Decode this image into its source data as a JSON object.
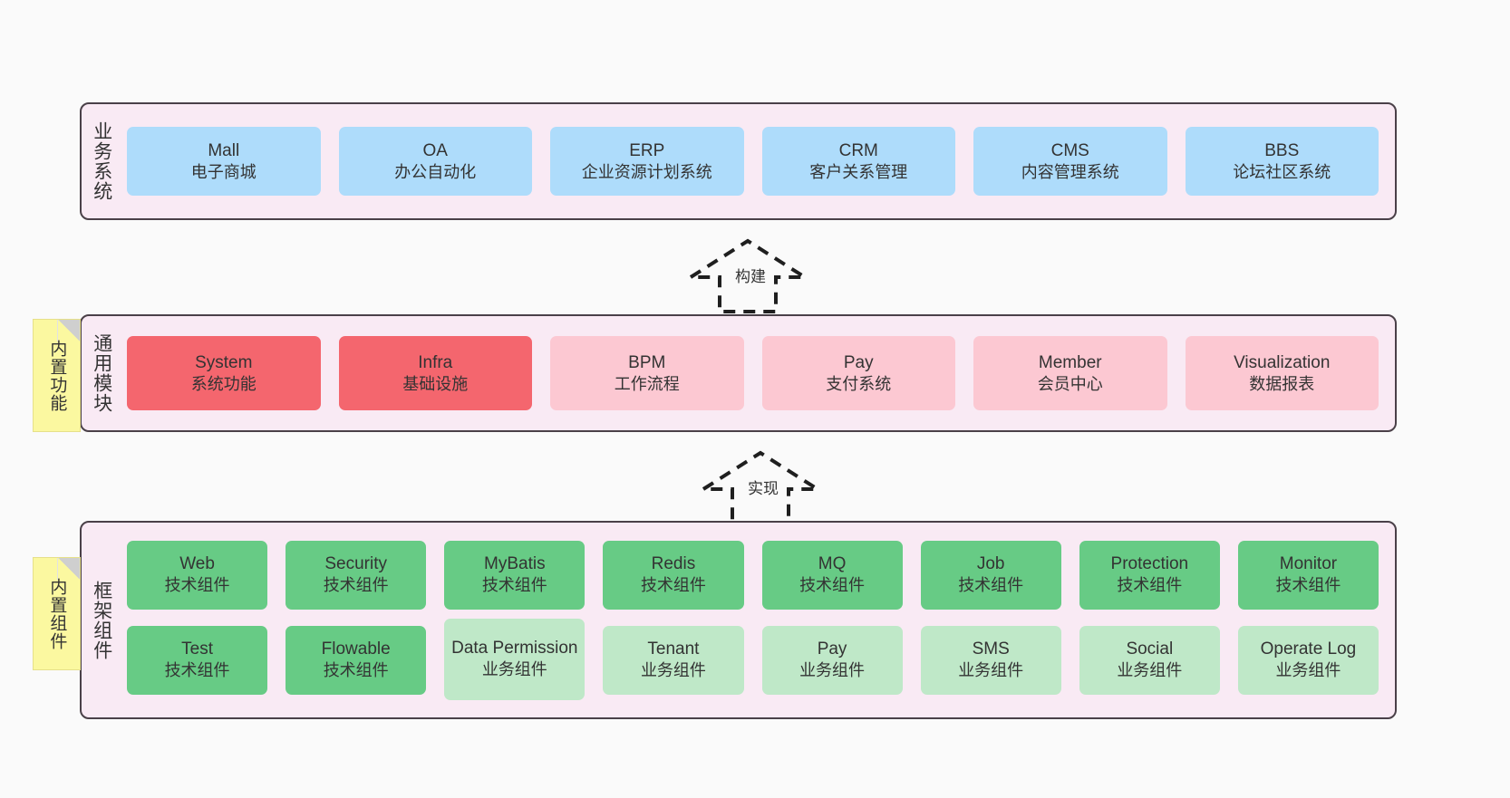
{
  "diagram": {
    "title": "",
    "background": "#fafafa",
    "panel_fill": "#f9eaf4",
    "panel_border": "#4a4048"
  },
  "layers": [
    {
      "id": "business",
      "label": "业务系统",
      "accent": "#aedcfb",
      "cards": [
        {
          "en": "Mall",
          "cn": "电子商城"
        },
        {
          "en": "OA",
          "cn": "办公自动化"
        },
        {
          "en": "ERP",
          "cn": "企业资源计划系统"
        },
        {
          "en": "CRM",
          "cn": "客户关系管理"
        },
        {
          "en": "CMS",
          "cn": "内容管理系统"
        },
        {
          "en": "BBS",
          "cn": "论坛社区系统"
        }
      ]
    },
    {
      "id": "common",
      "label": "通用模块",
      "accent_strong": "#f4666e",
      "accent_light": "#fcc8d2",
      "cards": [
        {
          "en": "System",
          "cn": "系统功能",
          "color": "#f4666e"
        },
        {
          "en": "Infra",
          "cn": "基础设施",
          "color": "#f4666e"
        },
        {
          "en": "BPM",
          "cn": "工作流程",
          "color": "#fcc8d2"
        },
        {
          "en": "Pay",
          "cn": "支付系统",
          "color": "#fcc8d2"
        },
        {
          "en": "Member",
          "cn": "会员中心",
          "color": "#fcc8d2"
        },
        {
          "en": "Visualization",
          "cn": "数据报表",
          "color": "#fcc8d2"
        }
      ]
    },
    {
      "id": "framework",
      "label": "框架组件",
      "accent_tech": "#67cb85",
      "accent_biz": "#bfe8c8",
      "rows": [
        {
          "name": "tech-row",
          "cards": [
            {
              "en": "Web",
              "cn": "技术组件"
            },
            {
              "en": "Security",
              "cn": "技术组件"
            },
            {
              "en": "MyBatis",
              "cn": "技术组件"
            },
            {
              "en": "Redis",
              "cn": "技术组件"
            },
            {
              "en": "MQ",
              "cn": "技术组件"
            },
            {
              "en": "Job",
              "cn": "技术组件"
            },
            {
              "en": "Protection",
              "cn": "技术组件"
            },
            {
              "en": "Monitor",
              "cn": "技术组件"
            }
          ]
        },
        {
          "name": "biz-row",
          "cards": [
            {
              "en": "Test",
              "cn": "技术组件",
              "kind": "tech"
            },
            {
              "en": "Flowable",
              "cn": "技术组件",
              "kind": "tech"
            },
            {
              "en": "Data Permission",
              "cn": "业务组件",
              "kind": "biz-tall"
            },
            {
              "en": "Tenant",
              "cn": "业务组件",
              "kind": "biz"
            },
            {
              "en": "Pay",
              "cn": "业务组件",
              "kind": "biz"
            },
            {
              "en": "SMS",
              "cn": "业务组件",
              "kind": "biz"
            },
            {
              "en": "Social",
              "cn": "业务组件",
              "kind": "biz"
            },
            {
              "en": "Operate Log",
              "cn": "业务组件",
              "kind": "biz"
            }
          ]
        }
      ]
    }
  ],
  "notes": [
    {
      "id": "functions",
      "label": "内置功能",
      "color": "#fbf8a0"
    },
    {
      "id": "components",
      "label": "内置组件",
      "color": "#fbf8a0"
    }
  ],
  "arrows": [
    {
      "id": "build",
      "label": "构建",
      "style": "dashed-block-arrow-up",
      "from": "通用模块",
      "to": "业务系统"
    },
    {
      "id": "impl",
      "label": "实现",
      "style": "dashed-block-arrow-up",
      "from": "框架组件",
      "to": "通用模块"
    }
  ]
}
